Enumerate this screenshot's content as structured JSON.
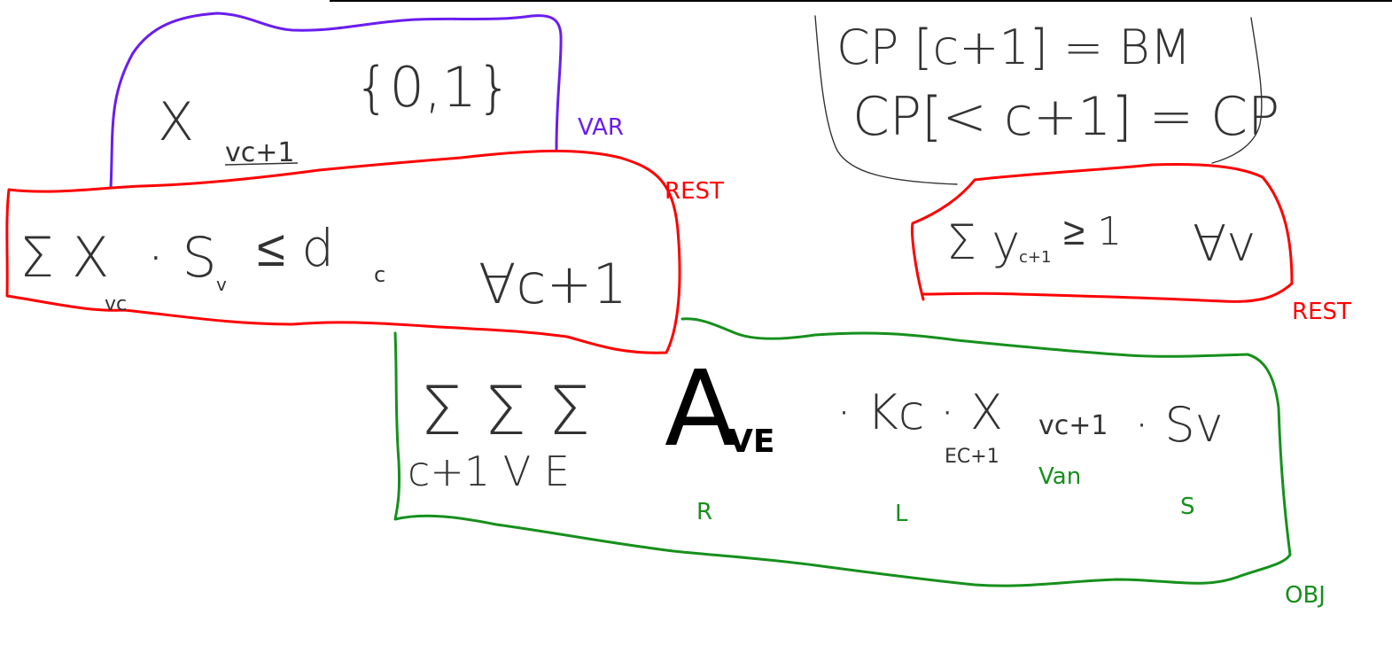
{
  "colors": {
    "background": "#ffffff",
    "variables": "#6a1df0",
    "restrictions": "#ff0000",
    "objective": "#16901c",
    "ink": "#000000",
    "pencil": "#333333"
  },
  "labels": {
    "var": "VAR",
    "rest_left": "REST",
    "rest_right": "REST",
    "obj": "OBJ",
    "term_r": "R",
    "term_l": "L",
    "term_s": "S",
    "term_van": "Van"
  },
  "expressions": {
    "var_domain": "{0,1}",
    "var_symbol": "X",
    "var_sub": "vc+1",
    "rest_left_sum": "Σ X",
    "rest_left_sub": "vc",
    "rest_left_body": "· S",
    "rest_left_sub2": "v",
    "rest_left_le": "≤ d",
    "rest_left_sub3": "c",
    "rest_left_forall": "∀c+1",
    "rest_right_sum": "Σ y",
    "rest_right_sub": "c+1",
    "rest_right_ge": "≥ 1",
    "rest_right_forall": "∀v",
    "cp_line1": "CP [c+1] = BM",
    "cp_line2": "CP[< c+1] = CP",
    "obj_sums": "Σ Σ Σ",
    "obj_sums_sub": "c+1   V   E",
    "obj_a": "A",
    "obj_a_sub": "VE",
    "obj_kc": "·  Kc  ·  X",
    "obj_kc_sub": "EC+1",
    "obj_x_sub": "vc+1",
    "obj_s": "·  Sv"
  }
}
